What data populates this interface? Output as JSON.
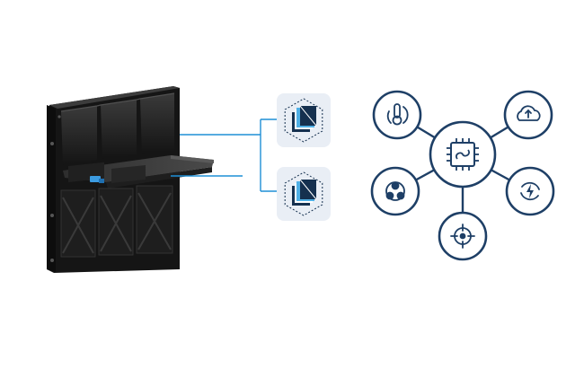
{
  "colors": {
    "background": "#ffffff",
    "navy": "#1e3f66",
    "connector_blue": "#1f8fd6",
    "tile_fill": "#e9eef5",
    "cube_light": "#4fb0e6",
    "cube_dark": "#15304f",
    "cabinet_dark": "#1b1b1b",
    "cabinet_mid": "#2b2b2b"
  },
  "left_diagram": {
    "product": "led-display-cabinet",
    "modules": [
      {
        "icon": "layered-cube-icon"
      },
      {
        "icon": "layered-cube-icon"
      }
    ]
  },
  "right_diagram": {
    "hub": {
      "icon": "chip-icon"
    },
    "satellites": [
      {
        "id": "temperature",
        "icon": "thermometer-cycle-icon"
      },
      {
        "id": "cloud",
        "icon": "cloud-upload-icon"
      },
      {
        "id": "network",
        "icon": "network-cluster-icon"
      },
      {
        "id": "power",
        "icon": "power-cycle-icon"
      },
      {
        "id": "target",
        "icon": "crosshair-icon"
      }
    ]
  }
}
